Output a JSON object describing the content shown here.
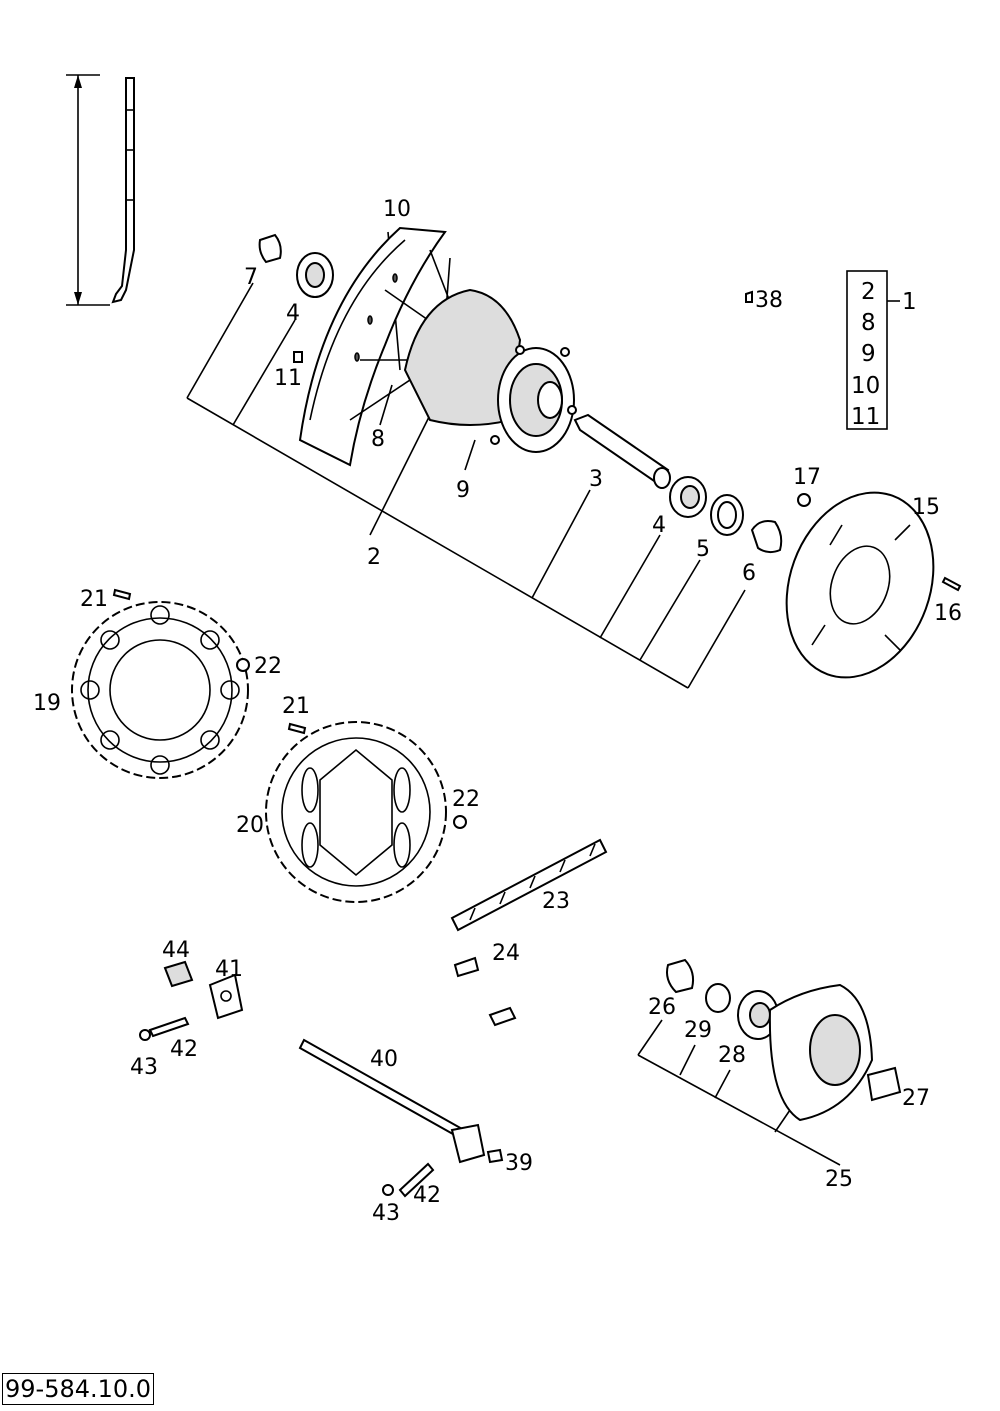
{
  "drawing_code": "99-584.10.0",
  "assembly_box": {
    "items": [
      "2",
      "8",
      "9",
      "10",
      "11"
    ],
    "assembly_ref": "1"
  },
  "callouts": [
    {
      "id": "10",
      "text": "10"
    },
    {
      "id": "7",
      "text": "7"
    },
    {
      "id": "4a",
      "text": "4"
    },
    {
      "id": "11",
      "text": "11"
    },
    {
      "id": "8",
      "text": "8"
    },
    {
      "id": "9",
      "text": "9"
    },
    {
      "id": "2",
      "text": "2"
    },
    {
      "id": "3",
      "text": "3"
    },
    {
      "id": "4b",
      "text": "4"
    },
    {
      "id": "5",
      "text": "5"
    },
    {
      "id": "6",
      "text": "6"
    },
    {
      "id": "38",
      "text": "38"
    },
    {
      "id": "17",
      "text": "17"
    },
    {
      "id": "15",
      "text": "15"
    },
    {
      "id": "16",
      "text": "16"
    },
    {
      "id": "21a",
      "text": "21"
    },
    {
      "id": "22a",
      "text": "22"
    },
    {
      "id": "19",
      "text": "19"
    },
    {
      "id": "21b",
      "text": "21"
    },
    {
      "id": "22b",
      "text": "22"
    },
    {
      "id": "20",
      "text": "20"
    },
    {
      "id": "23",
      "text": "23"
    },
    {
      "id": "24",
      "text": "24"
    },
    {
      "id": "44",
      "text": "44"
    },
    {
      "id": "41",
      "text": "41"
    },
    {
      "id": "42a",
      "text": "42"
    },
    {
      "id": "43a",
      "text": "43"
    },
    {
      "id": "40",
      "text": "40"
    },
    {
      "id": "39",
      "text": "39"
    },
    {
      "id": "42b",
      "text": "42"
    },
    {
      "id": "43b",
      "text": "43"
    },
    {
      "id": "26",
      "text": "26"
    },
    {
      "id": "29",
      "text": "29"
    },
    {
      "id": "28",
      "text": "28"
    },
    {
      "id": "27",
      "text": "27"
    },
    {
      "id": "25",
      "text": "25"
    }
  ]
}
